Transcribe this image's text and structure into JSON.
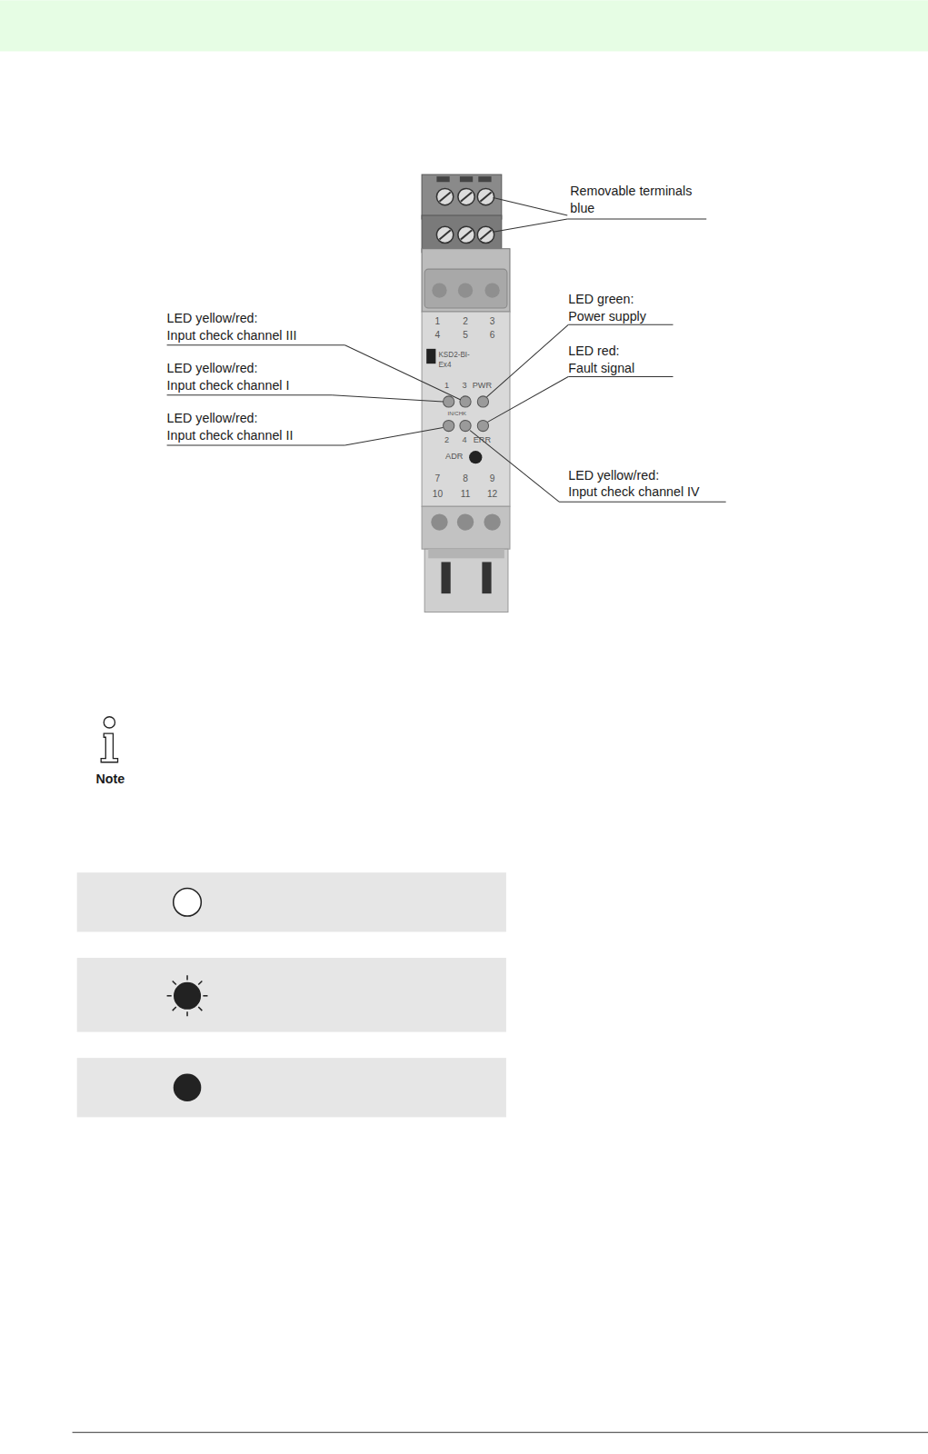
{
  "diagram": {
    "labels": [
      "Removable terminals",
      "blue",
      "LED green:",
      "Power supply",
      "LED yellow/red:",
      "Input check channel III",
      "LED red:",
      "Fault signal",
      "LED yellow/red:",
      "Input check channel I",
      "LED yellow/red:",
      "Input check channel II",
      "LED yellow/red:",
      "Input check channel IV",
      "Note",
      "1",
      "2",
      "3",
      "4",
      "5",
      "6",
      "KSD2-BI-",
      "Ex4",
      "1",
      "3",
      "PWR",
      "IN/CHK",
      "2",
      "4",
      "ERR",
      "ADR",
      "7",
      "8",
      "9",
      "10",
      "11",
      "12"
    ]
  }
}
